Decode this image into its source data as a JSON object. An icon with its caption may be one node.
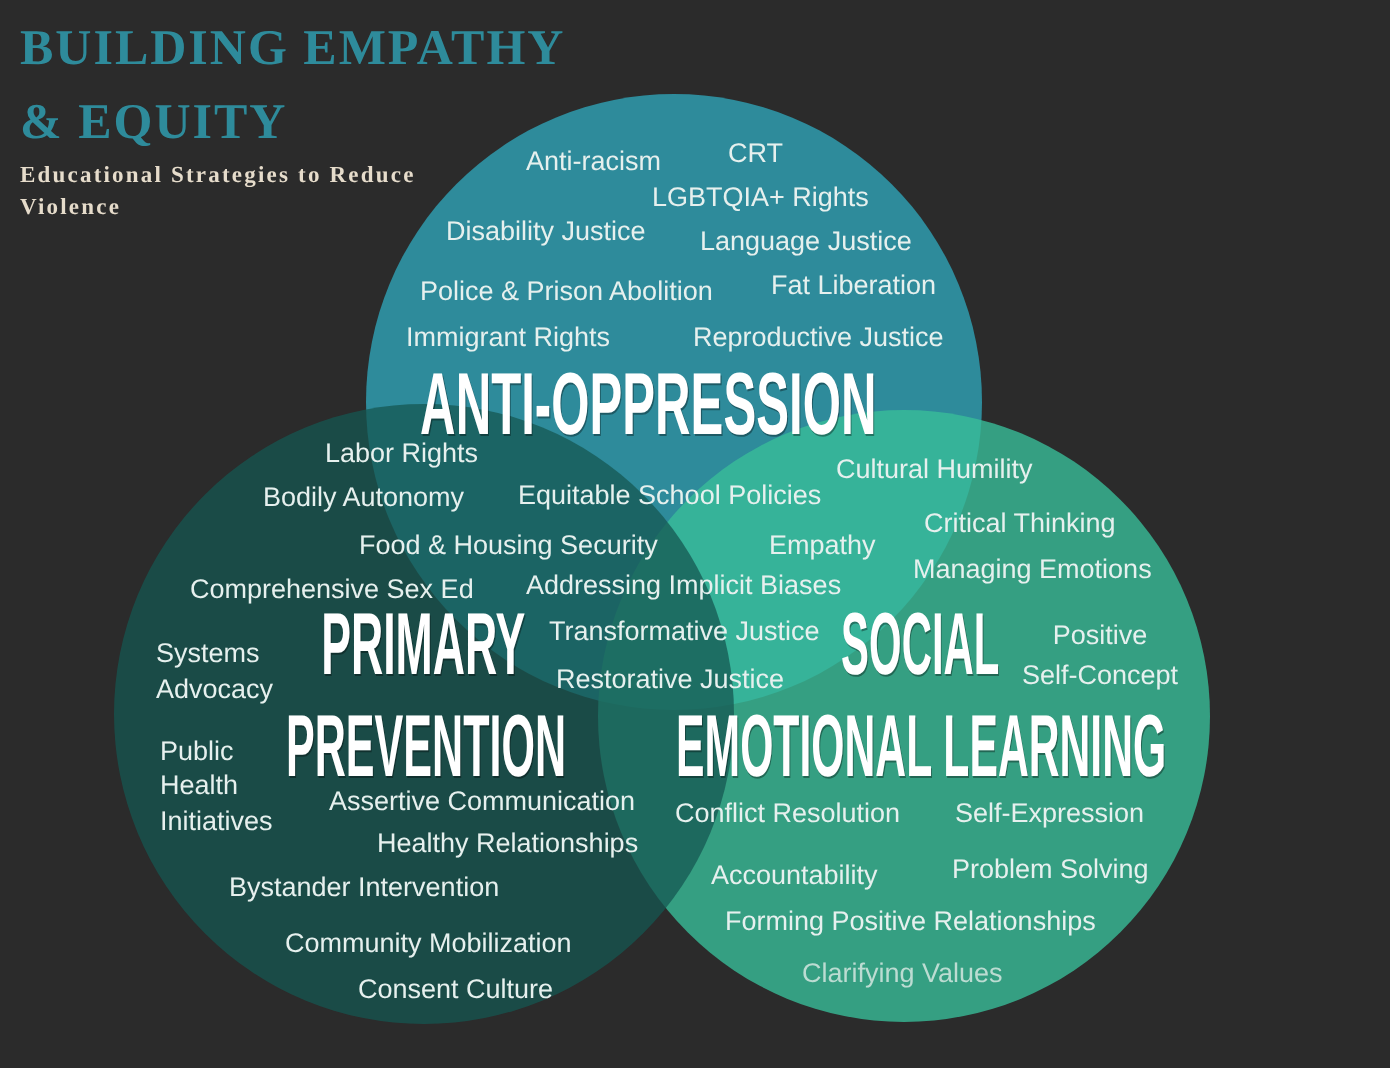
{
  "diagram": {
    "title": "BUILDING EMPATHY & EQUITY",
    "nodes": [
      {
        "text": [
          "ANTI-OPPRESSION"
        ]
      },
      {
        "text": [
          "PRIMARY",
          "PREVENTION"
        ]
      },
      {
        "text": [
          "SOCIAL",
          "EMOTIONAL LEARNING"
        ]
      }
    ],
    "labels": [
      "Educational Strategies to Reduce Violence",
      "Anti-racism",
      "CRT",
      "LGBTQIA+ Rights",
      "Disability Justice",
      "Language Justice",
      "Police & Prison Abolition",
      "Fat Liberation",
      "Immigrant Rights",
      "Reproductive Justice",
      "Labor Rights",
      "Cultural Humility",
      "Bodily Autonomy",
      "Equitable School Policies",
      "Critical Thinking",
      "Food & Housing Security",
      "Empathy",
      "Managing Emotions",
      "Comprehensive Sex Ed",
      "Addressing Implicit Biases",
      "Systems Advocacy",
      "Transformative Justice",
      "Positive Self-Concept",
      "Restorative Justice",
      "Public Health Initiatives",
      "Assertive Communication",
      "Conflict Resolution",
      "Self-Expression",
      "Healthy Relationships",
      "Accountability",
      "Problem Solving",
      "Bystander Intervention",
      "Forming Positive Relationships",
      "Community Mobilization",
      "Clarifying Values",
      "Consent Culture"
    ]
  }
}
